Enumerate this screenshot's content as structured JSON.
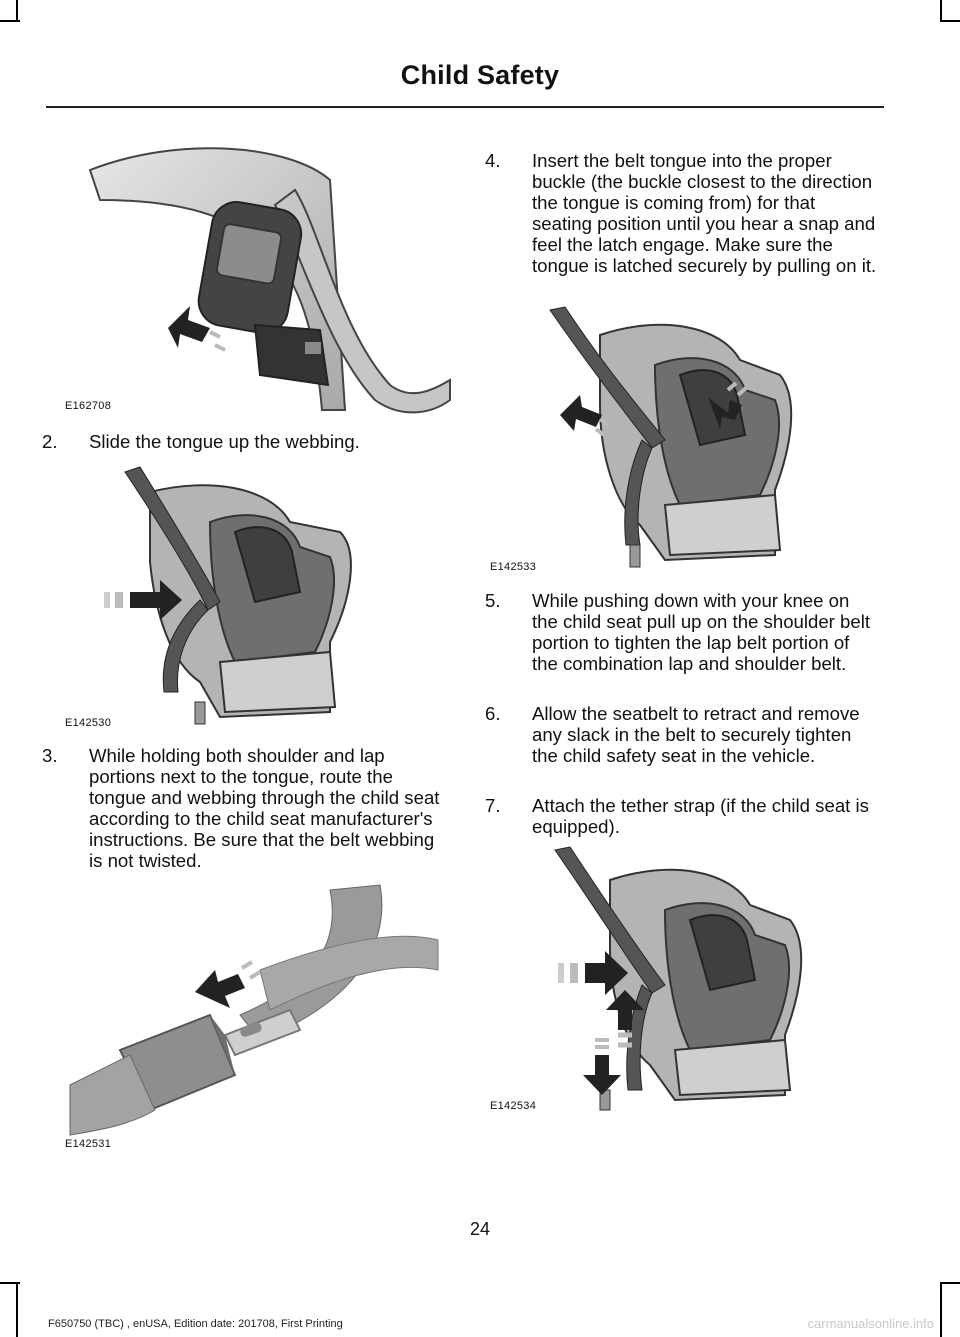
{
  "header": {
    "title": "Child Safety"
  },
  "figures": {
    "fig1": {
      "code": "E162708"
    },
    "fig2": {
      "code": "E142530"
    },
    "fig3": {
      "code": "E142531"
    },
    "fig4": {
      "code": "E142533"
    },
    "fig5": {
      "code": "E142534"
    }
  },
  "steps": [
    {
      "num": "2.",
      "text": "Slide the tongue up the webbing."
    },
    {
      "num": "3.",
      "text": "While holding both shoulder and lap portions next to the tongue, route the tongue and webbing through the child seat according to the child seat manufacturer's instructions. Be sure that the belt webbing is not twisted."
    },
    {
      "num": "4.",
      "text": "Insert the belt tongue into the proper buckle (the buckle closest to the direction the tongue is coming from) for that seating position until you hear a snap and feel the latch engage. Make sure the tongue is latched securely by pulling on it."
    },
    {
      "num": "5.",
      "text": "While pushing down with your knee on the child seat pull up on the shoulder belt portion to tighten the lap belt portion of the combination lap and shoulder belt."
    },
    {
      "num": "6.",
      "text": "Allow the seatbelt to retract and remove any slack in the belt to securely tighten the child safety seat in the vehicle."
    },
    {
      "num": "7.",
      "text": "Attach the tether strap (if the child seat is equipped)."
    }
  ],
  "footer": {
    "page_number": "24",
    "edition": "F650750 (TBC) , enUSA, Edition date: 201708, First Printing",
    "watermark": "carmanualsonline.info"
  }
}
